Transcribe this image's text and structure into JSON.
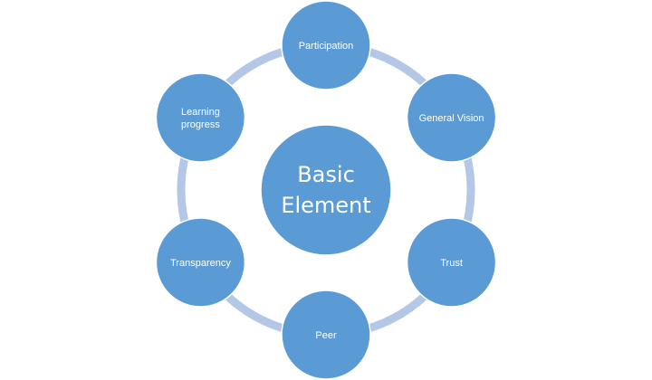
{
  "diagram": {
    "center": {
      "label": [
        "Basic",
        "Element"
      ]
    },
    "nodes": [
      {
        "id": "participation",
        "label": [
          "Participation"
        ]
      },
      {
        "id": "general-vision",
        "label": [
          "General Vision"
        ]
      },
      {
        "id": "trust",
        "label": [
          "Trust"
        ]
      },
      {
        "id": "peer",
        "label": [
          "Peer"
        ]
      },
      {
        "id": "transparency",
        "label": [
          "Transparency"
        ]
      },
      {
        "id": "learning-progress",
        "label": [
          "Learning",
          "progress"
        ]
      }
    ],
    "colors": {
      "node_fill": "#5b9bd5",
      "ring": "#b4c7e7",
      "text": "#ffffff"
    }
  }
}
